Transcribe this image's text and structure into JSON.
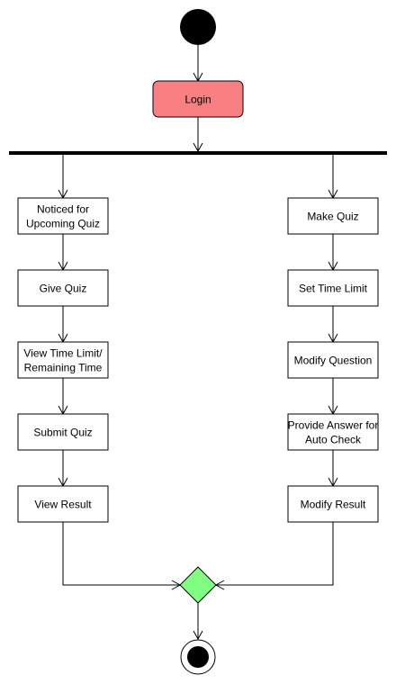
{
  "diagram": {
    "type": "uml-activity",
    "colors": {
      "stroke": "#000000",
      "login_fill": "#f88082",
      "merge_fill": "#80ff80",
      "box_fill": "#ffffff",
      "start_fill": "#000000"
    },
    "nodes": {
      "start": {
        "kind": "initial-node"
      },
      "login": {
        "kind": "action",
        "lines": [
          "Login"
        ]
      },
      "fork": {
        "kind": "fork-bar"
      },
      "student_notice": {
        "kind": "action",
        "lines": [
          "Noticed for",
          "Upcoming Quiz"
        ]
      },
      "student_give": {
        "kind": "action",
        "lines": [
          "Give Quiz"
        ]
      },
      "student_view_time": {
        "kind": "action",
        "lines": [
          "View Time Limit/",
          "Remaining Time"
        ]
      },
      "student_submit": {
        "kind": "action",
        "lines": [
          "Submit Quiz"
        ]
      },
      "student_result": {
        "kind": "action",
        "lines": [
          "View Result"
        ]
      },
      "teacher_make": {
        "kind": "action",
        "lines": [
          "Make Quiz"
        ]
      },
      "teacher_time": {
        "kind": "action",
        "lines": [
          "Set Time Limit"
        ]
      },
      "teacher_modify_q": {
        "kind": "action",
        "lines": [
          "Modify Question"
        ]
      },
      "teacher_answer": {
        "kind": "action",
        "lines": [
          "Provide Answer for",
          "Auto Check"
        ]
      },
      "teacher_result": {
        "kind": "action",
        "lines": [
          "Modify Result"
        ]
      },
      "merge": {
        "kind": "merge-node"
      },
      "end": {
        "kind": "final-node"
      }
    }
  }
}
